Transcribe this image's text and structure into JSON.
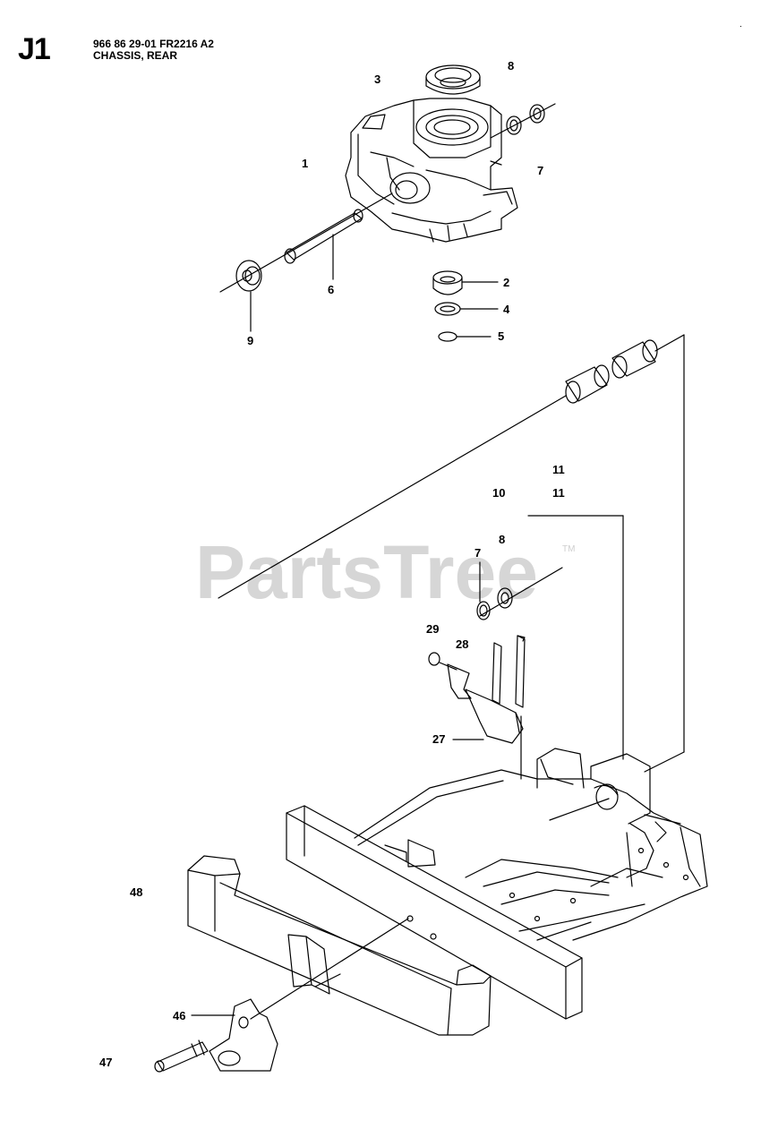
{
  "header": {
    "page_code": "J1",
    "doc_number": "966 86 29-01 FR2216 A2",
    "title": "CHASSIS, REAR"
  },
  "watermark": {
    "text": "PartsTree",
    "tm": "TM"
  },
  "callouts": [
    "1",
    "2",
    "3",
    "4",
    "5",
    "6",
    "7",
    "8",
    "9",
    "10",
    "11",
    "11",
    "7",
    "8",
    "27",
    "28",
    "29",
    "46",
    "47",
    "48"
  ]
}
